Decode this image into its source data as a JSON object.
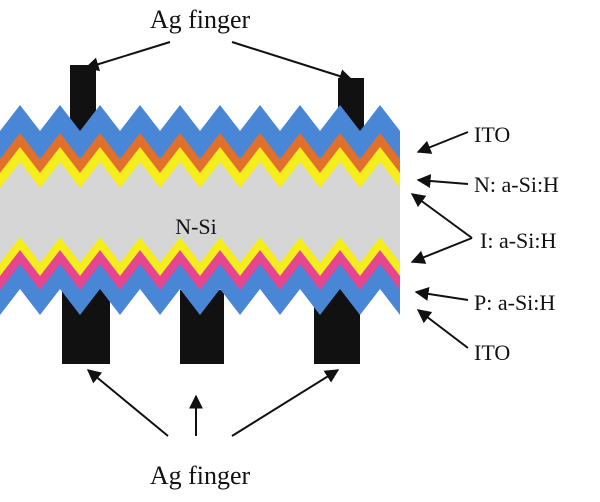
{
  "title": "",
  "labels": {
    "ag_finger_top": "Ag finger",
    "ag_finger_bottom": "Ag finger",
    "ito_top": "ITO",
    "n_layer": "N: a-Si:H",
    "i_layer": "I: a-Si:H",
    "p_layer": "P: a-Si:H",
    "ito_bottom": "ITO",
    "substrate": "N-Si"
  },
  "colors": {
    "ito": "#4a86d6",
    "n_layer": "#e0702a",
    "i_layer": "#f6ee1c",
    "substrate": "#d6d6d6",
    "p_layer": "#e5468f",
    "ag_finger": "#111111",
    "arrow": "#111111"
  }
}
